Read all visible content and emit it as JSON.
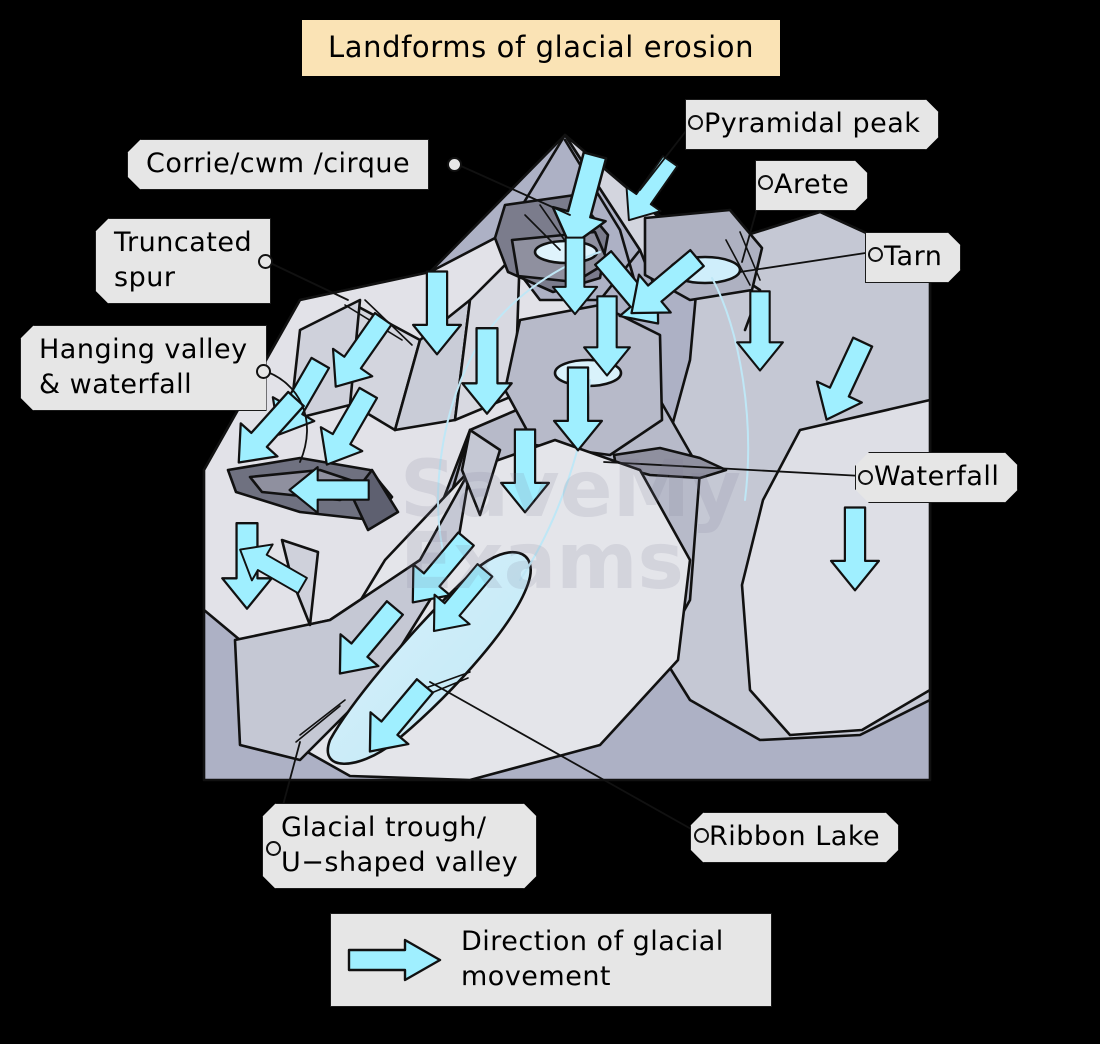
{
  "title": {
    "text": "Landforms of glacial erosion",
    "bg": "#fae3b5"
  },
  "watermark": {
    "line1": "SaveMy",
    "line2": "Exams"
  },
  "colors": {
    "terrain_light": "#e2e2e8",
    "terrain_mid": "#c5c8d4",
    "terrain_dark": "#adb1c5",
    "terrain_shadow": "#8f909f",
    "corrie_wall": "#7b7c8c",
    "water": "#cfeefb",
    "arrow": "#9fefff",
    "outline": "#111111",
    "label_bg": "#e6e6e6",
    "background": "#000000"
  },
  "labels": [
    {
      "id": "pyramidal-peak",
      "text": "Pyramidal peak",
      "marker": "left"
    },
    {
      "id": "arete",
      "text": "Arete",
      "marker": "left"
    },
    {
      "id": "tarn",
      "text": "Tarn",
      "marker": "left"
    },
    {
      "id": "corrie-cwm-cirque",
      "text": "Corrie/cwm /cirque",
      "marker": "right"
    },
    {
      "id": "truncated-spur",
      "text": "Truncated\nspur",
      "marker": "right"
    },
    {
      "id": "hanging-valley-waterfall",
      "text": "Hanging valley\n& waterfall",
      "marker": "right"
    },
    {
      "id": "waterfall",
      "text": "Waterfall",
      "marker": "left"
    },
    {
      "id": "glacial-trough",
      "text": "Glacial trough/\nU−shaped valley",
      "marker": "left"
    },
    {
      "id": "ribbon-lake",
      "text": "Ribbon Lake",
      "marker": "left"
    }
  ],
  "legend": {
    "text": "Direction of glacial\nmovement",
    "icon": "arrow-right-icon"
  }
}
